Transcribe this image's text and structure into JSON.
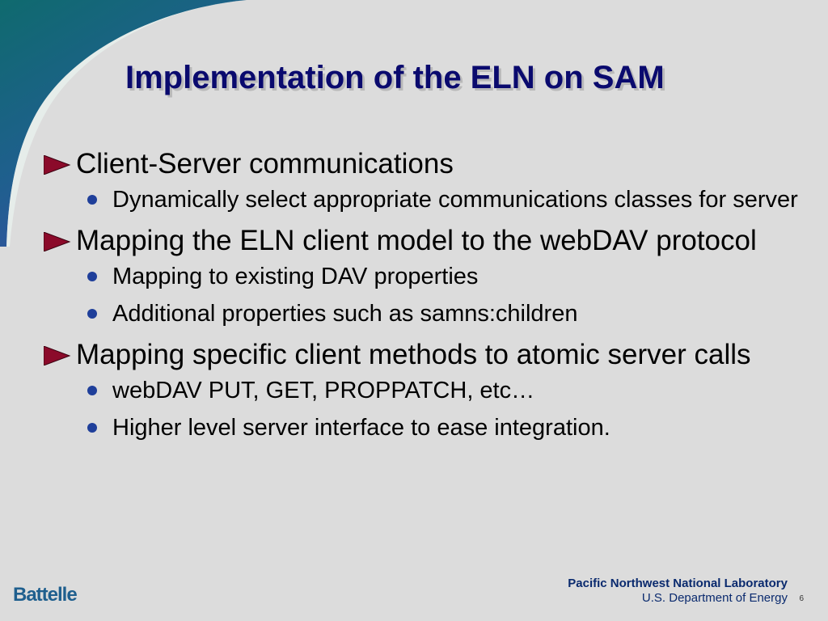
{
  "slide": {
    "title": "Implementation of the ELN on SAM",
    "bullets": [
      {
        "text": "Client-Server communications",
        "sub": [
          "Dynamically select appropriate communications classes for server"
        ]
      },
      {
        "text": "Mapping the ELN client model to the webDAV protocol",
        "sub": [
          "Mapping to existing DAV properties",
          "Additional properties such as samns:children"
        ]
      },
      {
        "text": "Mapping specific client methods to atomic server calls",
        "sub": [
          "webDAV PUT, GET, PROPPATCH, etc…",
          "Higher level server interface to ease integration."
        ]
      }
    ]
  },
  "footer": {
    "left_logo": "Battelle",
    "lab_name": "Pacific Northwest National Laboratory",
    "department": "U.S. Department of Energy",
    "slide_number": "6"
  },
  "colors": {
    "background": "#dcdcdc",
    "title": "#0a0a6e",
    "arrow": "#8b0a2a",
    "sub_bullet": "#1f3f9a",
    "swoosh_dark": "#0f5f6a",
    "swoosh_light": "#2a4f9f"
  },
  "icons": {
    "level1_bullet": "triangle-arrow-icon",
    "level2_bullet": "dot-icon"
  }
}
